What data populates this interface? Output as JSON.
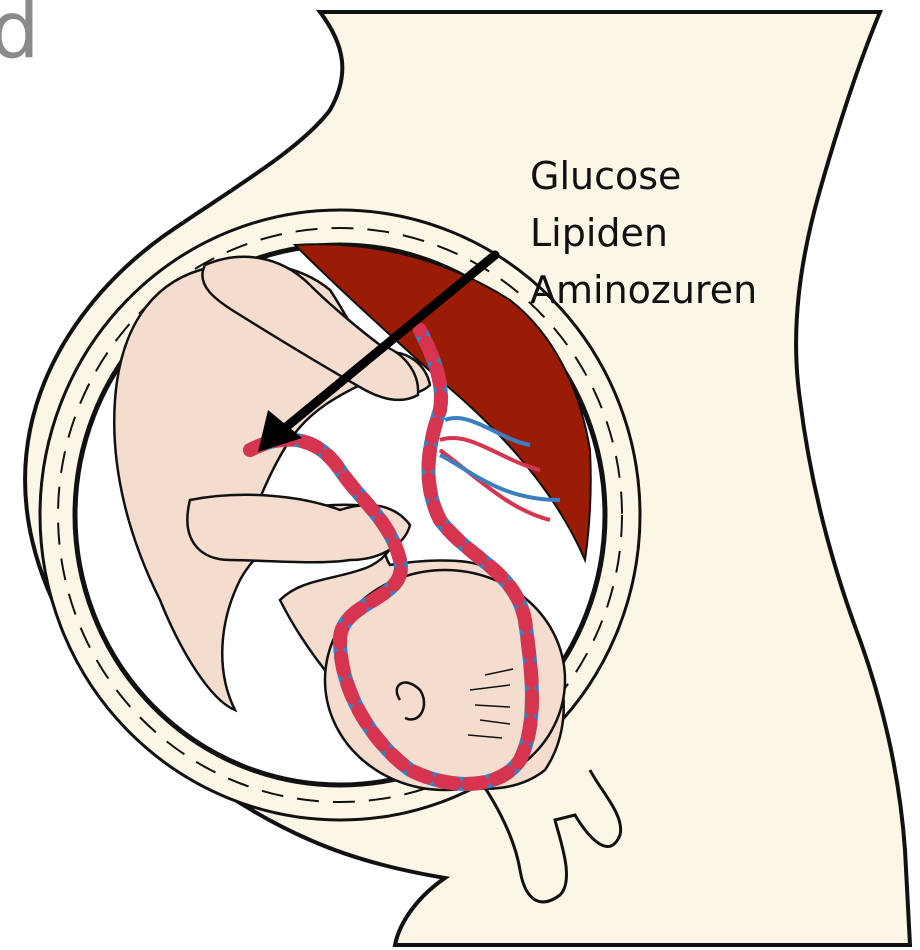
{
  "corner_text": "d",
  "labels": [
    "Glucose",
    "Lipiden",
    "Aminozuren"
  ],
  "colors": {
    "body_fill": "#fbf6e6",
    "skin": "#f4dccf",
    "placenta": "#9a1c04",
    "artery": "#d6344f",
    "vein": "#3b7fc0",
    "outline": "#111111"
  }
}
